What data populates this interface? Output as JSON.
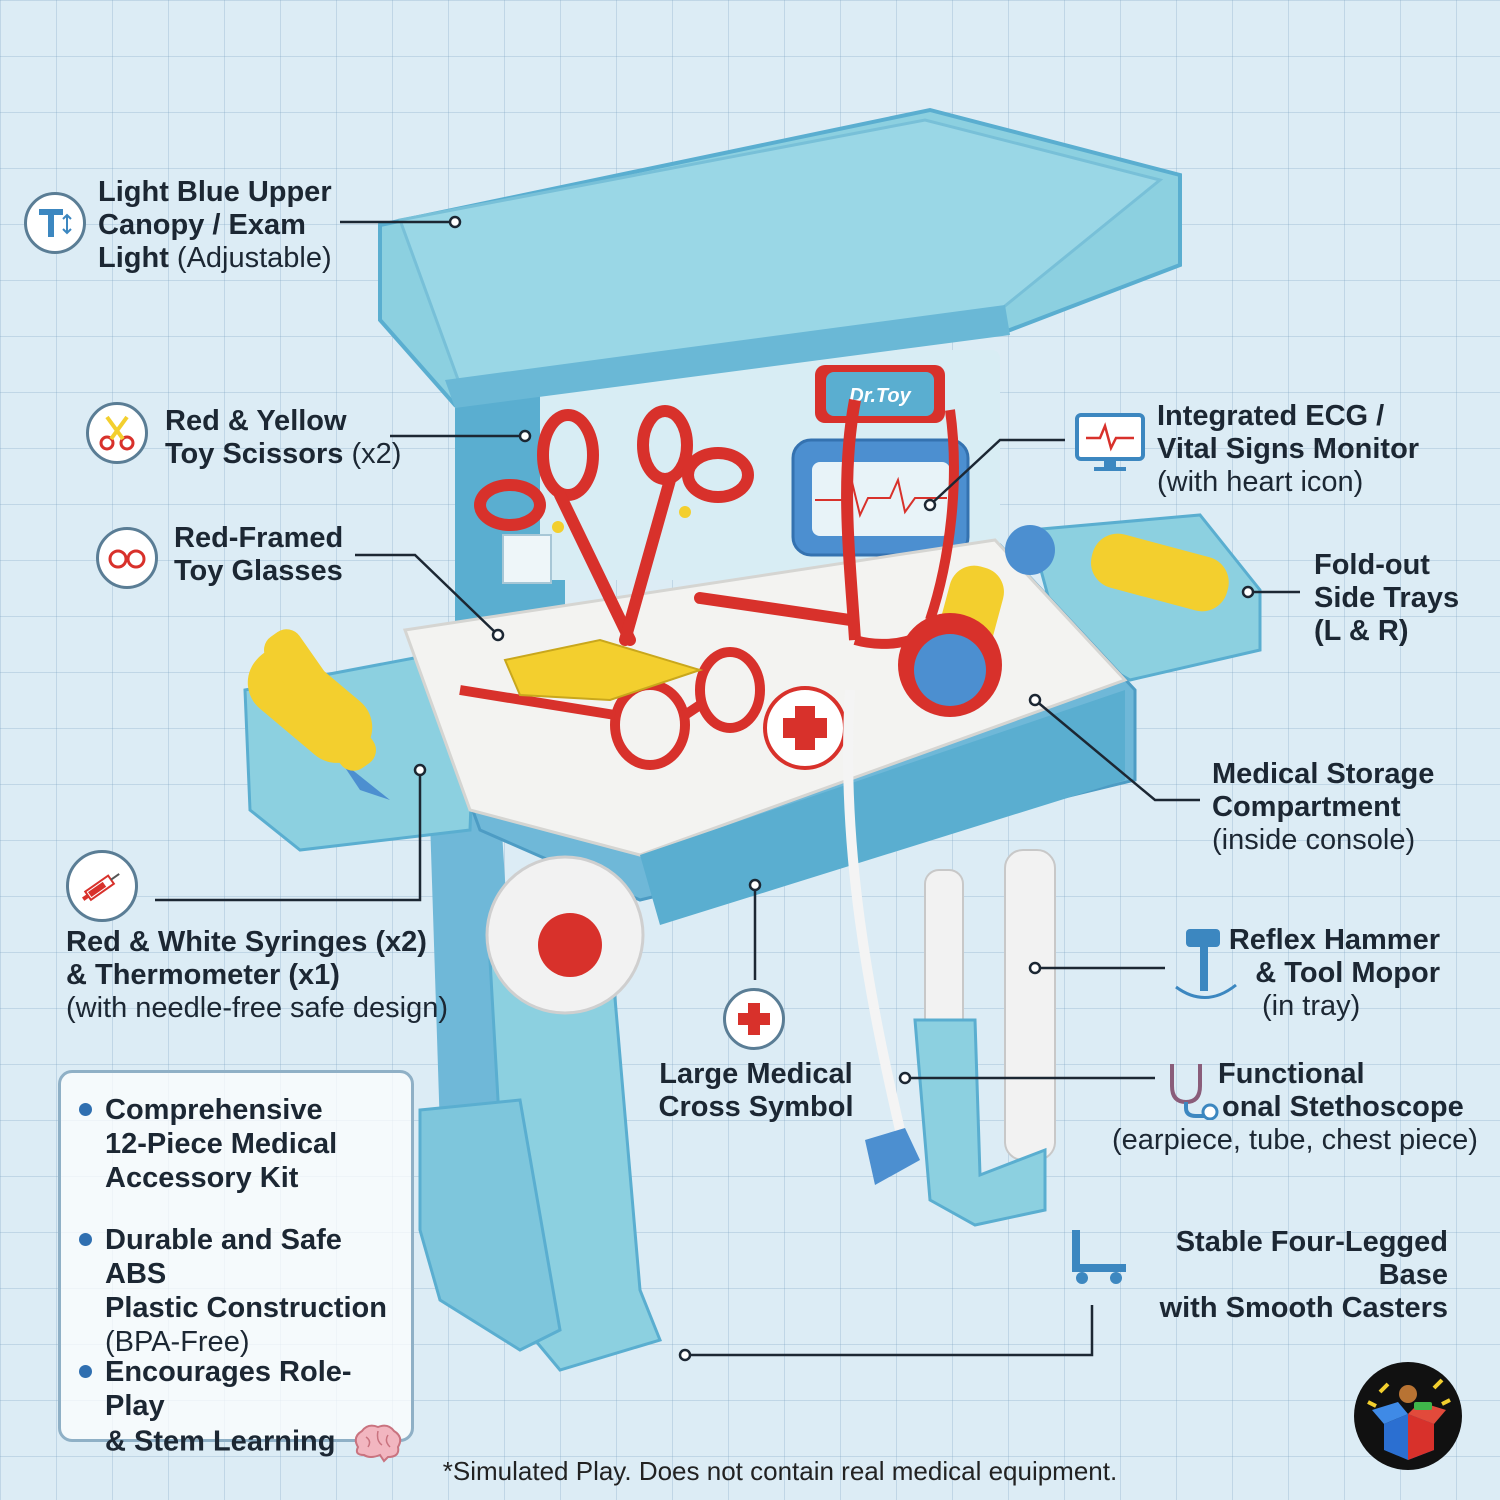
{
  "labels": {
    "canopy": {
      "line1": "Light Blue Upper",
      "line2": "Canopy / Exam",
      "line3_bold": "Light",
      "line3_normal": "(Adjustable)"
    },
    "scissors": {
      "line1": "Red & Yellow",
      "line2_bold": "Toy Scissors",
      "line2_normal": "(x2)"
    },
    "glasses": {
      "line1": "Red-Framed",
      "line2": "Toy Glasses"
    },
    "syringes": {
      "line1": "Red & White Syringes (x2)",
      "line2": "& Thermometer (x1)",
      "line3": "(with needle-free safe design)"
    },
    "ecg": {
      "line1": "Integrated ECG /",
      "line2": "Vital Signs Monitor",
      "line3": "(with heart icon)"
    },
    "trays": {
      "line1": "Fold-out",
      "line2": "Side Trays",
      "line3": "(L & R)"
    },
    "storage": {
      "line1": "Medical Storage",
      "line2": "Compartment",
      "line3": "(inside console)"
    },
    "hammer": {
      "line1": "Reflex Hammer",
      "line2": "& Tool Mopor",
      "line3": "(in tray)"
    },
    "cross": {
      "line1": "Large Medical",
      "line2": "Cross Symbol"
    },
    "stethoscope": {
      "line1": "Functional",
      "line2": "onal Stethoscope",
      "line3": "(earpiece, tube, chest piece)"
    },
    "base": {
      "line1": "Stable Four-Legged Base",
      "line2": "with Smooth Casters"
    }
  },
  "product": {
    "brand_text": "Dr.Toy"
  },
  "bullets": [
    {
      "lines": [
        "Comprehensive",
        "12-Piece Medical",
        "Accessory Kit"
      ],
      "note": ""
    },
    {
      "lines": [
        "Durable and Safe ABS",
        "Plastic Construction"
      ],
      "note": "(BPA-Free)"
    },
    {
      "lines": [
        "Encourages Role-Play",
        "& Stem Learning"
      ],
      "note": ""
    }
  ],
  "footnote": "*Simulated Play. Does not contain real medical equipment.",
  "colors": {
    "toy_blue": "#8cd0e0",
    "toy_blue_dark": "#5aaed0",
    "toy_red": "#d8312b",
    "toy_yellow": "#f3cf2e",
    "toy_white": "#f3f3f1",
    "label_text": "#1c2733"
  },
  "icons": [
    "canopy-light-icon",
    "scissors-icon",
    "glasses-icon",
    "syringe-icon",
    "monitor-icon",
    "tray-icon",
    "hammer-icon",
    "cross-icon",
    "stethoscope-icon",
    "base-casters-icon",
    "brain-icon",
    "brand-logo-icon"
  ]
}
